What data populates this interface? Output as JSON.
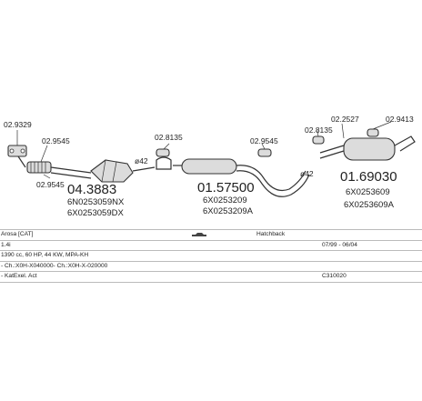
{
  "diagram": {
    "refs": {
      "r1": "02.9329",
      "r2": "02.9545",
      "r3": "02.9545",
      "r4": "02.8135",
      "r5": "02.9545",
      "r6": "02.8135",
      "r7": "02.2527",
      "r8": "02.9413"
    },
    "dims": {
      "d1": "ø42",
      "d2": "ø42"
    },
    "parts": [
      {
        "number": "04.3883",
        "codes": [
          "6N0253059NX",
          "6X0253059DX"
        ]
      },
      {
        "number": "01.57500",
        "codes": [
          "6X0253209",
          "6X0253209A"
        ]
      },
      {
        "number": "01.69030",
        "codes": [
          "6X0253609",
          "6X0253609A"
        ]
      }
    ]
  },
  "table": {
    "rows": [
      [
        "Arosa [CAT]",
        "",
        "Hatchback",
        ""
      ],
      [
        "1.4i",
        "",
        "",
        "07/99 - 06/04"
      ],
      [
        "1390 cc, 60 HP, 44 KW, MPA-KH",
        "",
        "",
        ""
      ],
      [
        "- Ch.:X0H-X040000- Ch.:X0H-X-020000",
        "",
        "",
        ""
      ],
      [
        "- KatExel. Act",
        "",
        "",
        "C310020"
      ]
    ]
  }
}
